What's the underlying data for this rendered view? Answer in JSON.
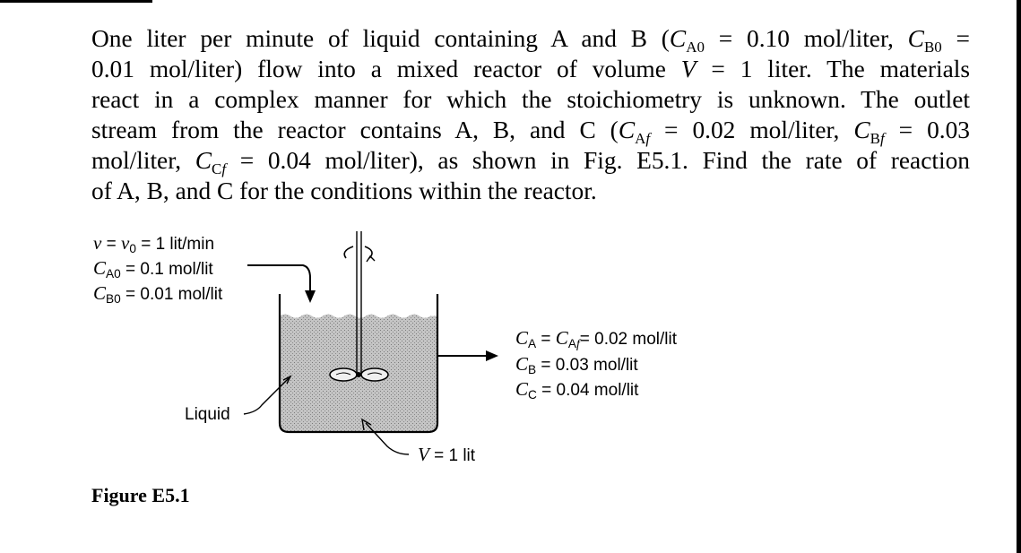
{
  "problem": {
    "line1": {
      "a": "One liter per minute of liquid containing A and B (",
      "c": "C",
      "s1": "A0",
      "b": " = 0.10 mol/liter, ",
      "c2": "C",
      "s2": "B0",
      "d": " ="
    },
    "line2": {
      "a": "0.01 mol/liter) flow into a mixed reactor of volume ",
      "v": "V",
      "b": " = 1 liter. The materials"
    },
    "line3": "react in a complex manner for which the stoichiometry is unknown. The outlet",
    "line4": {
      "a": "stream from the reactor contains A, B, and C (",
      "c": "C",
      "s1": "Af",
      "b": " = 0.02 mol/liter, ",
      "c2": "C",
      "s2": "Bf",
      "d": " = 0.03"
    },
    "line5": {
      "a": "mol/liter, ",
      "c": "C",
      "s1": "Cf",
      "b": " = 0.04 mol/liter), as shown in Fig. E5.1. Find the rate of reaction"
    },
    "line6": "of A, B, and C for the conditions within the reactor."
  },
  "figure": {
    "inlet": {
      "v": {
        "sym": "v",
        "eq": " = ",
        "sym0": "v",
        "sub0": "0",
        "val": " = 1 lit/min"
      },
      "ca0": {
        "sym": "C",
        "sub": "A0",
        "val": " = 0.1 mol/lit"
      },
      "cb0": {
        "sym": "C",
        "sub": "B0",
        "val": " = 0.01 mol/lit"
      }
    },
    "outlet": {
      "ca": {
        "sym": "C",
        "sub": "A",
        "eq": " = ",
        "sym2": "C",
        "sub2": "Af",
        "val": "= 0.02 mol/lit"
      },
      "cb": {
        "sym": "C",
        "sub": "B",
        "val": " = 0.03 mol/lit"
      },
      "cc": {
        "sym": "C",
        "sub": "C",
        "val": " = 0.04 mol/lit"
      }
    },
    "liquid_label": "Liquid",
    "volume": {
      "sym": "V",
      "val": " = 1 lit"
    }
  },
  "caption": "Figure E5.1"
}
